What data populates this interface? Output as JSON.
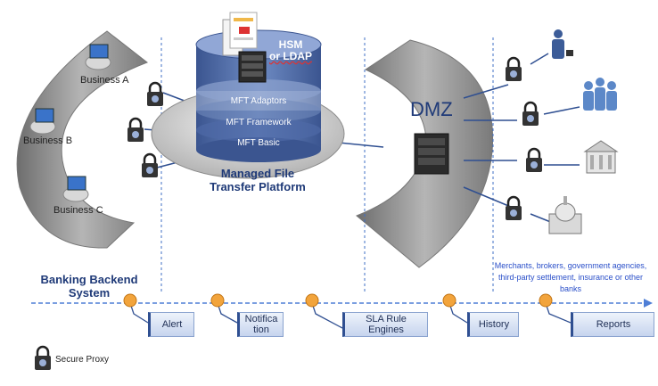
{
  "businesses": [
    "Business A",
    "Business B",
    "Business C"
  ],
  "platform": {
    "top_label_line1": "HSM",
    "top_label_line2": "or LDAP",
    "layers": [
      "MFT Adaptors",
      "MFT Framework",
      "MFT Basic"
    ],
    "title_line1": "Managed File",
    "title_line2": "Transfer Platform"
  },
  "dmz_label": "DMZ",
  "backend": {
    "line1": "Banking Backend",
    "line2": "System"
  },
  "pipeline": [
    {
      "line1": "Alert",
      "line2": ""
    },
    {
      "line1": "Notifica",
      "line2": "tion"
    },
    {
      "line1": "SLA Rule",
      "line2": "Engines"
    },
    {
      "line1": "History",
      "line2": ""
    },
    {
      "line1": "Reports",
      "line2": ""
    }
  ],
  "external_note": {
    "line1": "Merchants, brokers, government agencies,",
    "line2": "third-party settlement, insurance or other",
    "line3": "banks"
  },
  "legend_label": "Secure Proxy",
  "colors": {
    "accent_blue": "#1f3a78",
    "arc_gray": "#8e8e8e",
    "cyl_blue": "#4f6fa8",
    "note_blue": "#2a4fc9"
  },
  "icons": [
    "lock-icon",
    "computer-icon",
    "server-icon",
    "person-icon",
    "group-icon",
    "bank-icon",
    "government-building-icon"
  ]
}
